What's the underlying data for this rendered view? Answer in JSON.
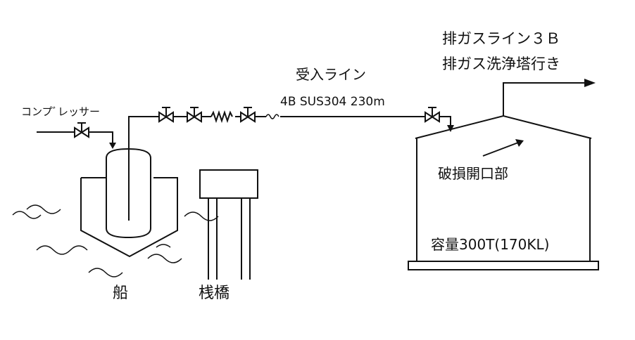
{
  "labels": {
    "compressor": "コンプﾞレッサー",
    "receiving_line_title": "受入ライン",
    "receiving_line_spec": "4B SUS304 230m",
    "exhaust_line": "排ガスライン３Ｂ",
    "exhaust_dest": "排ガス洗浄塔行き",
    "damage_opening": "破損開口部",
    "capacity": "容量300T(170KL)",
    "ship": "船",
    "pier": "桟橋"
  }
}
